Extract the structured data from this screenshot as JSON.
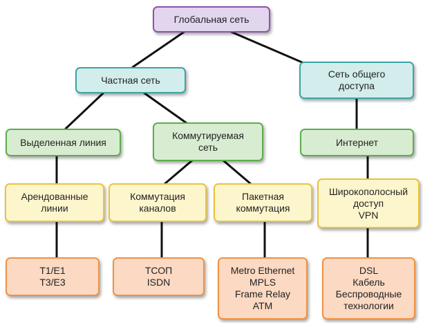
{
  "nodes": {
    "wan": "Глобальная сеть",
    "private": "Частная сеть",
    "public": "Сеть общего\nдоступа",
    "leased": "Выделенная линия",
    "switched": "Коммутируемая\nсеть",
    "internet": "Интернет",
    "leased_lines": "Арендованные\nлинии",
    "circuit": "Коммутация\nканалов",
    "packet": "Пакетная\nкоммутация",
    "broadband": "Широкополосный\nдоступ\nVPN",
    "t1e1": "T1/E1\nT3/E3",
    "pstn": "ТСОП\nISDN",
    "metro": "Metro Ethernet\nMPLS\nFrame Relay\nATM",
    "dsl": "DSL\nКабель\nБеспроводные\nтехнологии"
  },
  "colors": {
    "level0": "#8f52ad",
    "level1": "#3aa5a5",
    "level2": "#5cae4a",
    "level3": "#ecc23c",
    "level4": "#f09145",
    "connector": "#111111"
  }
}
